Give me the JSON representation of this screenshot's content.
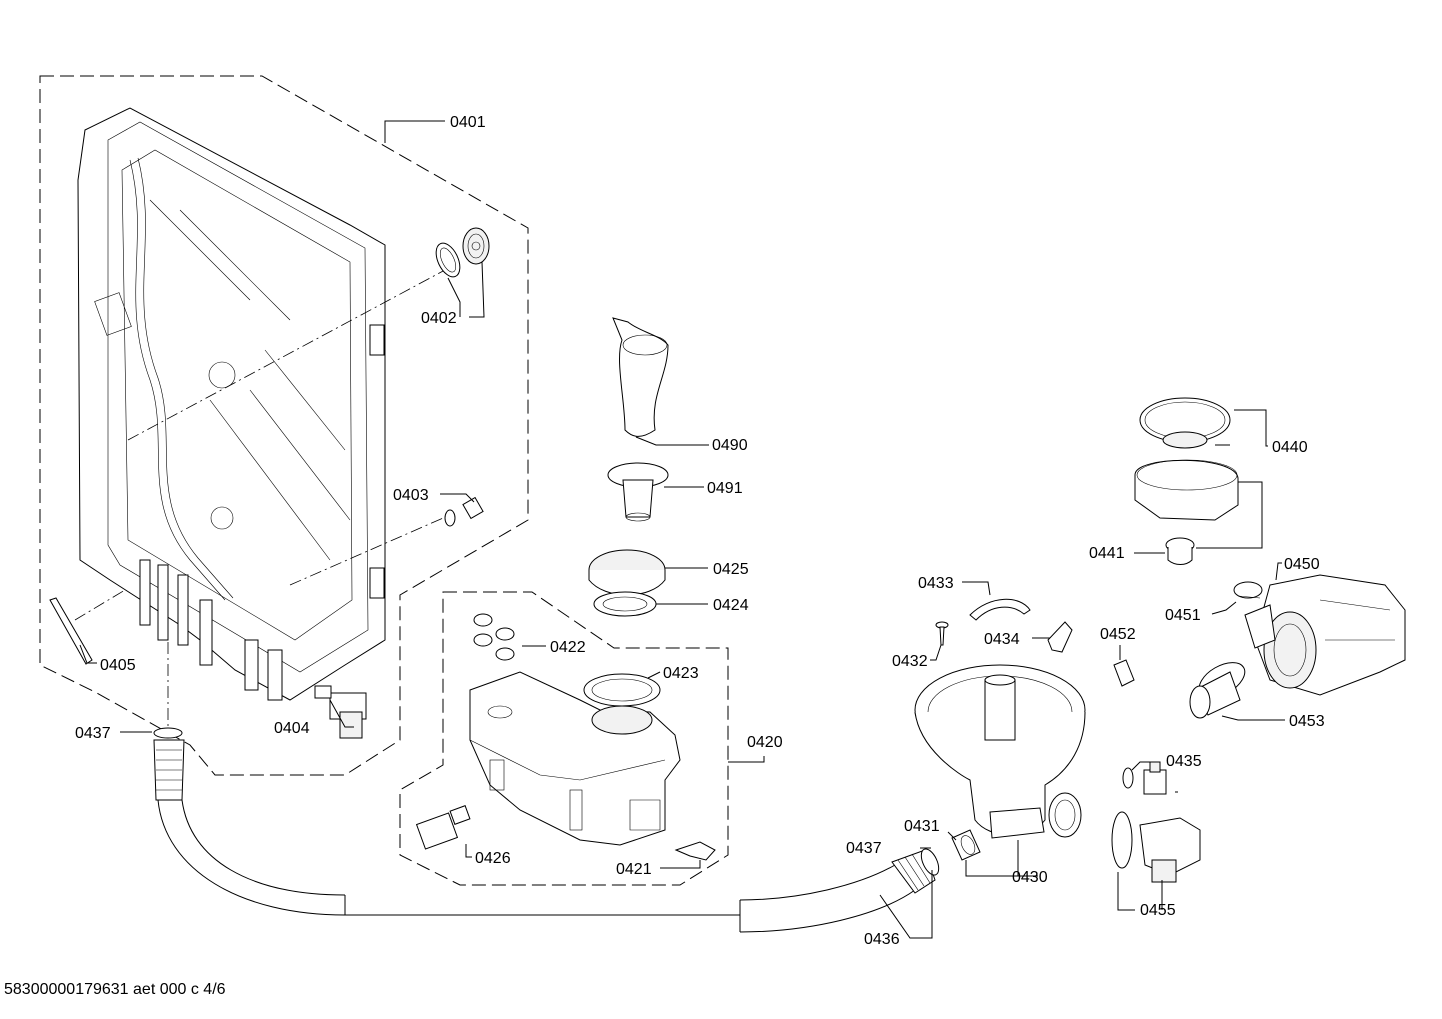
{
  "labels": {
    "p0401": "0401",
    "p0402": "0402",
    "p0403": "0403",
    "p0404": "0404",
    "p0405": "0405",
    "p0420": "0420",
    "p0421": "0421",
    "p0422": "0422",
    "p0423": "0423",
    "p0424": "0424",
    "p0425": "0425",
    "p0426": "0426",
    "p0430": "0430",
    "p0431": "0431",
    "p0432": "0432",
    "p0433": "0433",
    "p0434": "0434",
    "p0435": "0435",
    "p0436": "0436",
    "p0437a": "0437",
    "p0437b": "0437",
    "p0440": "0440",
    "p0441": "0441",
    "p0450": "0450",
    "p0451": "0451",
    "p0452": "0452",
    "p0453": "0453",
    "p0455": "0455",
    "p0490": "0490",
    "p0491": "0491"
  },
  "doc_ref": "58300000179631 aet 000 c 4/6"
}
